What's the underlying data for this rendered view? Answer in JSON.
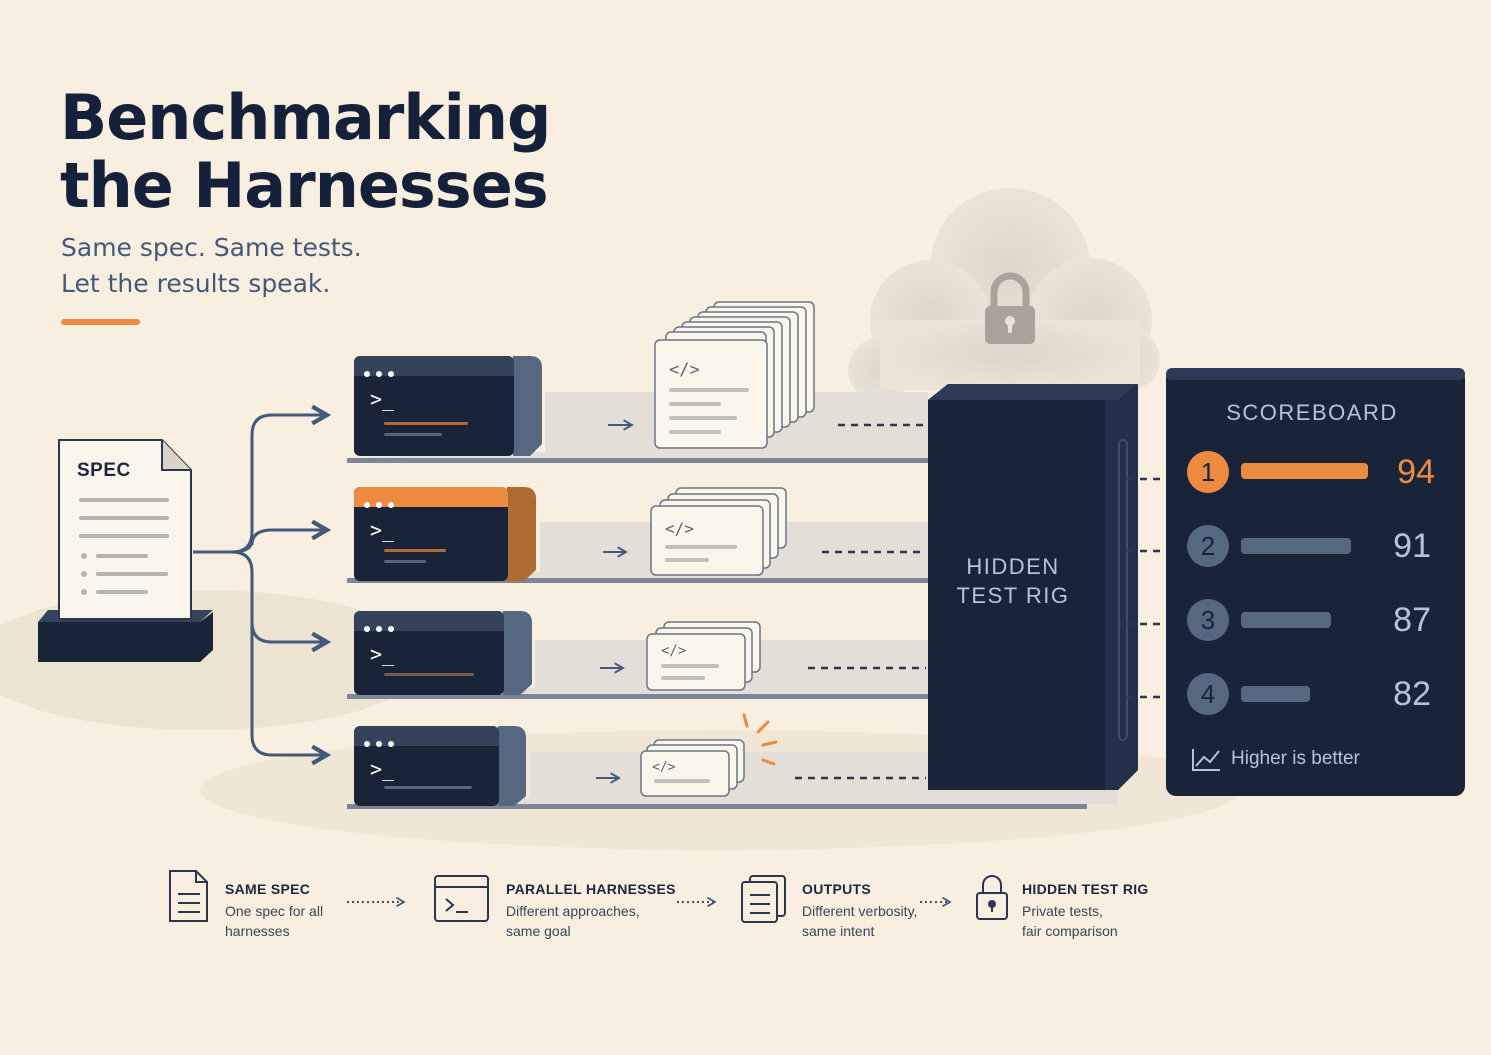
{
  "header": {
    "title_line1": "Benchmarking",
    "title_line2": "the Harnesses",
    "subtitle_line1": "Same spec. Same tests.",
    "subtitle_line2": "Let the results speak."
  },
  "spec": {
    "label": "SPEC"
  },
  "terminals": [
    {
      "prompt": ">_",
      "highlight": false
    },
    {
      "prompt": ">_",
      "highlight": true
    },
    {
      "prompt": ">_",
      "highlight": false
    },
    {
      "prompt": ">_",
      "highlight": false
    }
  ],
  "outputs": {
    "code_tag": "</>"
  },
  "test_rig": {
    "label_line1": "HIDDEN",
    "label_line2": "TEST RIG"
  },
  "scoreboard": {
    "title": "SCOREBOARD",
    "entries": [
      {
        "rank": "1",
        "score": 94
      },
      {
        "rank": "2",
        "score": 91
      },
      {
        "rank": "3",
        "score": 87
      },
      {
        "rank": "4",
        "score": 82
      }
    ],
    "footer": "Higher is better"
  },
  "legend": [
    {
      "icon": "document-icon",
      "title": "SAME SPEC",
      "desc_line1": "One spec for all",
      "desc_line2": "harnesses"
    },
    {
      "icon": "terminal-icon",
      "title": "PARALLEL HARNESSES",
      "desc_line1": "Different approaches,",
      "desc_line2": "same goal"
    },
    {
      "icon": "pages-icon",
      "title": "OUTPUTS",
      "desc_line1": "Different verbosity,",
      "desc_line2": "same intent"
    },
    {
      "icon": "lock-icon",
      "title": "HIDDEN TEST RIG",
      "desc_line1": "Private tests,",
      "desc_line2": "fair comparison"
    }
  ],
  "colors": {
    "background": "#f8efe0",
    "navy": "#1a2438",
    "accent_orange": "#ec8a40",
    "slate": "#56687f"
  }
}
